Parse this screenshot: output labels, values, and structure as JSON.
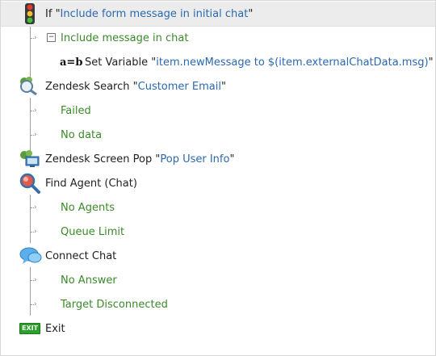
{
  "rows": [
    {
      "label": "If",
      "q1": "\"",
      "param": "Include form message in initial chat",
      "q2": "\""
    },
    {
      "label": "Include message in chat"
    },
    {
      "glyph": "a=b",
      "label": "Set Variable",
      "q1": " \"",
      "param": "item.newMessage to $(item.externalChatData.msg)",
      "q2": "\""
    },
    {
      "label": "Zendesk Search",
      "q1": " \"",
      "param": "Customer Email",
      "q2": "\""
    },
    {
      "label": "Failed"
    },
    {
      "label": "No data"
    },
    {
      "label": "Zendesk Screen Pop",
      "q1": " \"",
      "param": "Pop User Info",
      "q2": "\""
    },
    {
      "label": "Find Agent (Chat)"
    },
    {
      "label": "No Agents"
    },
    {
      "label": "Queue Limit"
    },
    {
      "label": "Connect Chat"
    },
    {
      "label": "No Answer"
    },
    {
      "label": "Target Disconnected"
    },
    {
      "badge": "EXIT",
      "label": "Exit"
    }
  ],
  "icons": {
    "traffic_light": "traffic-light-icon",
    "zendesk_search": "zendesk-search-icon",
    "zendesk_screen_pop": "zendesk-screen-pop-icon",
    "find_agent": "magnifier-icon",
    "connect_chat": "chat-bubble-icon",
    "exit": "exit-icon"
  },
  "colors": {
    "param": "#2a69b0",
    "branch": "#3a8a2a",
    "selected_row": "#ececec"
  }
}
